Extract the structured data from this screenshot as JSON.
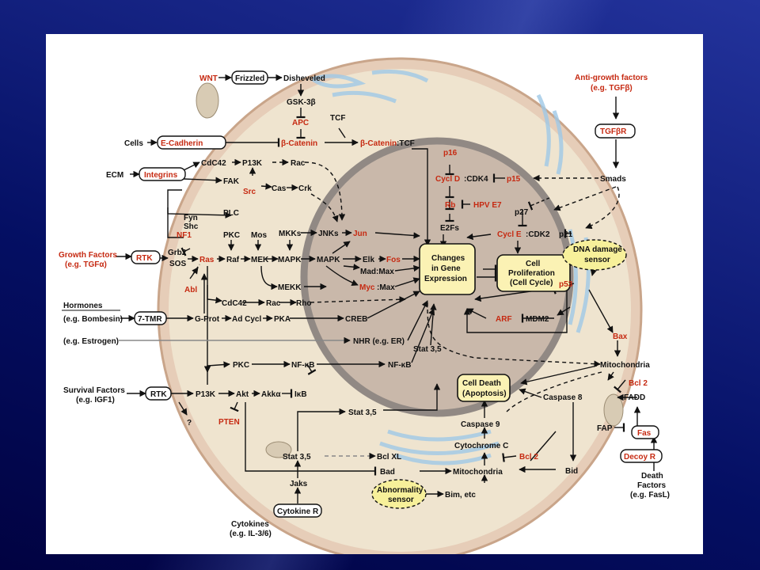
{
  "colors": {
    "slide_bg": "#0a1670",
    "cell_outer": "#e6cdb8",
    "cell_inner": "#efe4cf",
    "nucleus": "#c7b6a9",
    "nucleus_ring": "#8d8580",
    "gene_box": "#fbf2b4",
    "sensor": "#f7f09a",
    "red_label": "#c62a12",
    "er_blue": "#9fc8e6"
  },
  "nodes": {
    "wnt": "WNT",
    "frizzled": "Frizzled",
    "disheveled": "Disheveled",
    "gsk3b": "GSK-3β",
    "apc": "APC",
    "tcf": "TCF",
    "b_catenin": "β-Catenin",
    "b_catenin_tcf_a": "β-Catenin",
    "b_catenin_tcf_b": ":TCF",
    "cells": "Cells",
    "e_cadherin": "E-Cadherin",
    "ecm": "ECM",
    "integrins": "Integrins",
    "cdc42_top": "CdC42",
    "p13k_top": "P13K",
    "rac_top": "Rac",
    "fak": "FAK",
    "src": "Src",
    "cas": "Cas",
    "crk": "Crk",
    "fyn": "Fyn",
    "shc": "Shc",
    "nf1": "NF1",
    "plc": "PLC",
    "pkc_mid": "PKC",
    "mos": "Mos",
    "mkks": "MKKs",
    "jnks": "JNKs",
    "jun": "Jun",
    "growth_factors": "Growth Factors",
    "growth_factors_eg": "(e.g. TGFα)",
    "rtk_1": "RTK",
    "grb2": "Grb2",
    "sos": "SOS",
    "ras": "Ras",
    "raf": "Raf",
    "mek": "MEK",
    "mapk_1": "MAPK",
    "mapk_2": "MAPK",
    "elk": "Elk",
    "fos": "Fos",
    "mad_max": "Mad:Max",
    "myc": "Myc",
    "myc_max": ":Max",
    "mekk": "MEKK",
    "abl": "Abl",
    "cdc42_low": "CdC42",
    "rac_low": "Rac",
    "rho": "Rho",
    "hormones": "Hormones",
    "bombesin": "(e.g. Bombesin)",
    "tmr": "7-TMR",
    "gprot": "G-Prot",
    "ad_cycl": "Ad Cycl",
    "pka": "PKA",
    "creb": "CREB",
    "estrogen": "(e.g. Estrogen)",
    "nhr": "NHR (e.g. ER)",
    "pkc_low": "PKC",
    "nfkb_1": "NF-κB",
    "nfkb_2": "NF-κB",
    "stat35_a": "Stat 3,5",
    "survival": "Survival Factors",
    "survival_eg": "(e.g. IGF1)",
    "rtk_2": "RTK",
    "p13k_low": "P13K",
    "akt": "Akt",
    "akka": "Akkα",
    "ikb": "IκB",
    "question": "?",
    "pten": "PTEN",
    "stat35_b": "Stat 3,5",
    "stat35_c": "Stat 3,5",
    "bcl_xl": "Bcl XL",
    "bad": "Bad",
    "jaks": "Jaks",
    "cytokine_r": "Cytokine R",
    "cytokines": "Cytokines",
    "cytokines_eg": "(e.g. IL-3/6)",
    "abnormality_1": "Abnormality",
    "abnormality_2": "sensor",
    "bim": "Bim, etc",
    "mito_low": "Mitochondria",
    "cyto_c": "Cytochrome C",
    "bcl2_low": "Bcl 2",
    "caspase9": "Caspase 9",
    "cell_death_1": "Cell Death",
    "cell_death_2": "(Apoptosis)",
    "caspase8": "Caspase 8",
    "bid": "Bid",
    "fadd": "FADD",
    "bcl2_right": "Bcl 2",
    "fap": "FAP",
    "fas": "Fas",
    "decoy_r": "Decoy R",
    "death_1": "Death",
    "death_2": "Factors",
    "death_3": "(e.g. FasL)",
    "anti_growth_1": "Anti-growth factors",
    "anti_growth_2": "(e.g. TGFβ)",
    "tgfbr": "TGFβR",
    "smads": "Smads",
    "p15": "p15",
    "p16": "p16",
    "cycl_d": "Cycl D",
    "cdk4": ":CDK4",
    "rb": "Rb",
    "hpv": "HPV E7",
    "e2fs": "E2Fs",
    "p27": "p27",
    "cycl_e": "Cycl E",
    "cdk2": ":CDK2",
    "p21": "p21",
    "dna_1": "DNA damage",
    "dna_2": "sensor",
    "p53": "p53",
    "arf": "ARF",
    "mdm2": "MDM2",
    "bax": "Bax",
    "mito_right": "Mitochondria",
    "gene_1": "Changes",
    "gene_2": "in Gene",
    "gene_3": "Expression",
    "prolif_1": "Cell",
    "prolif_2": "Proliferation",
    "prolif_3": "(Cell Cycle)"
  }
}
